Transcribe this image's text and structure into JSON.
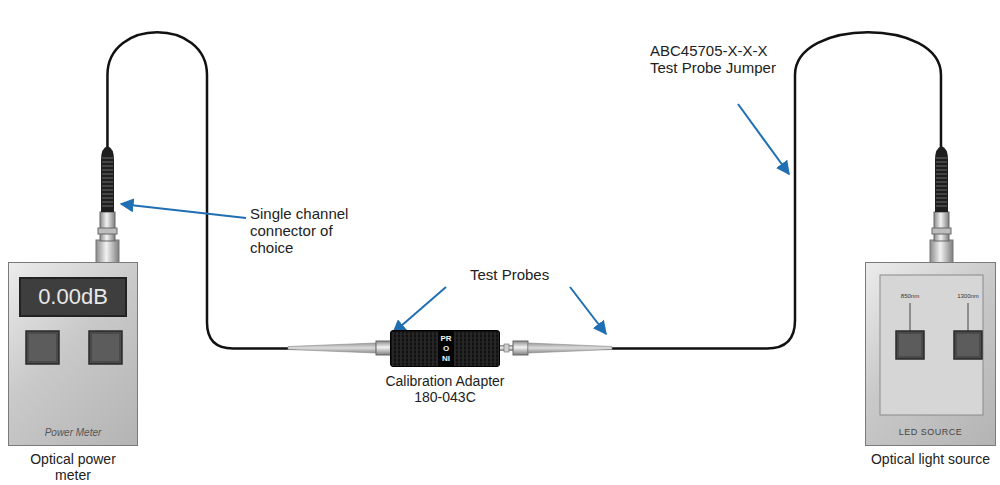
{
  "diagram": {
    "nodes": [
      {
        "text": [
          "0.00dB",
          "Power Meter",
          "Optical power meter"
        ]
      },
      {
        "text": [
          "850nm",
          "1300nm",
          "LED SOURCE",
          "Optical light source"
        ]
      },
      {
        "text": [
          "PRO NI",
          "Calibration Adapter 180-043C"
        ]
      }
    ],
    "edges": [
      {
        "from": 0,
        "to": 2,
        "arrow": "none"
      },
      {
        "from": 2,
        "to": 1,
        "arrow": "none"
      }
    ],
    "labels": [
      "Single channel connector of choice",
      "ABC45705-X-X-X Test Probe Jumper",
      "Test Probes"
    ]
  }
}
